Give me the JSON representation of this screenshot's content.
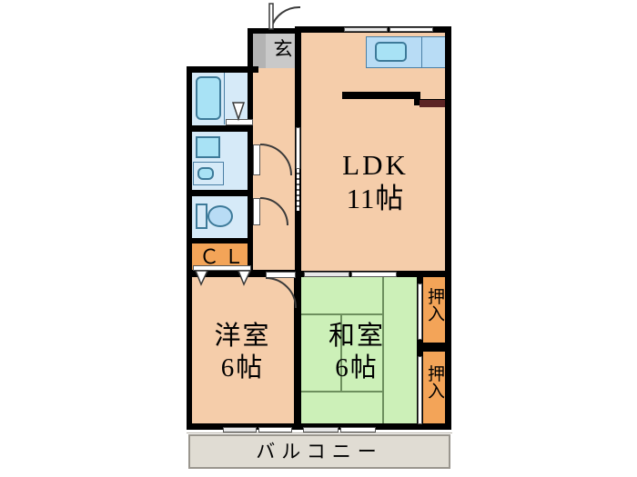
{
  "plan": {
    "type": "japanese-apartment-floor-plan",
    "layout_code": "2LDK",
    "rooms": [
      {
        "key": "ldk",
        "label_line1": "LDK",
        "label_line2": "11帖",
        "size_jo": 11,
        "floor": "flooring",
        "color": "#f5cdaa"
      },
      {
        "key": "youshitsu",
        "label_line1": "洋室",
        "label_line2": "6帖",
        "size_jo": 6,
        "floor": "flooring",
        "color": "#f5cdaa"
      },
      {
        "key": "washitsu",
        "label_line1": "和室",
        "label_line2": "6帖",
        "size_jo": 6,
        "floor": "tatami",
        "color": "#ccf0b8"
      }
    ],
    "closets": [
      {
        "key": "cl",
        "label": "ＣＬ",
        "color": "#f3a458"
      },
      {
        "key": "oshiire1",
        "label": "押入",
        "color": "#f3a458"
      },
      {
        "key": "oshiire2",
        "label": "押入",
        "color": "#f3a458"
      }
    ],
    "entrance": {
      "label": "玄",
      "color": "#c9c9c9"
    },
    "balcony": {
      "label": "バルコニー",
      "color": "#e0dcd3"
    },
    "wet_areas": [
      {
        "key": "bath",
        "fixture": "bathtub",
        "color": "#d6eaf8"
      },
      {
        "key": "washroom",
        "fixture": "washbasin",
        "color": "#d6eaf8"
      },
      {
        "key": "toilet",
        "fixture": "toilet-bowl",
        "color": "#d6eaf8"
      }
    ],
    "kitchen": {
      "fixture": "sink-counter",
      "color": "#b8dcf5",
      "appliance": "refrigerator-space"
    },
    "colors": {
      "wall": "#000000",
      "flooring": "#f5cdaa",
      "tatami": "#ccf0b8",
      "closet": "#f3a458",
      "wet": "#d6eaf8",
      "water": "#a8e2f5",
      "counter": "#b8dcf5",
      "entrance_tile": "#c9c9c9",
      "balcony": "#e0dcd3",
      "fridge": "#5c2424",
      "background": "#ffffff"
    }
  }
}
